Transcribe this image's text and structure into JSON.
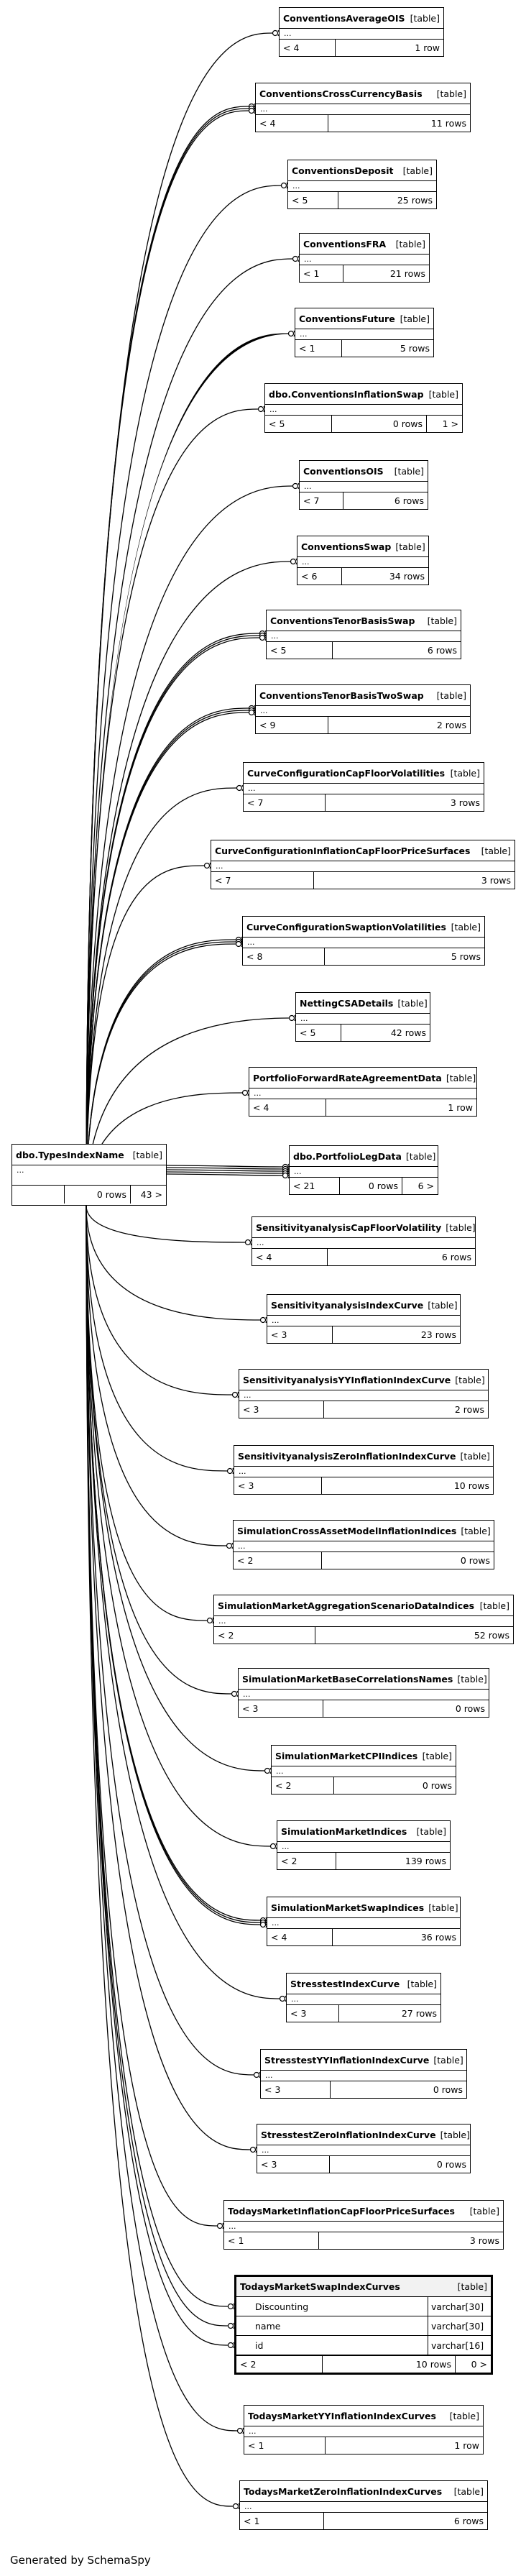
{
  "diagram": {
    "focus_table": {
      "name": "dbo.TypesIndexName",
      "kind": "[table]",
      "rows": "0 rows",
      "children": "43 >"
    },
    "tables": [
      {
        "name": "ConventionsAverageOIS",
        "kind": "[table]",
        "parents": "< 4",
        "rows": "1 row",
        "children": ""
      },
      {
        "name": "ConventionsCrossCurrencyBasis",
        "kind": "[table]",
        "parents": "< 4",
        "rows": "11 rows",
        "children": ""
      },
      {
        "name": "ConventionsDeposit",
        "kind": "[table]",
        "parents": "< 5",
        "rows": "25 rows",
        "children": ""
      },
      {
        "name": "ConventionsFRA",
        "kind": "[table]",
        "parents": "< 1",
        "rows": "21 rows",
        "children": ""
      },
      {
        "name": "ConventionsFuture",
        "kind": "[table]",
        "parents": "< 1",
        "rows": "5 rows",
        "children": ""
      },
      {
        "name": "dbo.ConventionsInflationSwap",
        "kind": "[table]",
        "parents": "< 5",
        "rows": "0 rows",
        "children": "1 >"
      },
      {
        "name": "ConventionsOIS",
        "kind": "[table]",
        "parents": "< 7",
        "rows": "6 rows",
        "children": ""
      },
      {
        "name": "ConventionsSwap",
        "kind": "[table]",
        "parents": "< 6",
        "rows": "34 rows",
        "children": ""
      },
      {
        "name": "ConventionsTenorBasisSwap",
        "kind": "[table]",
        "parents": "< 5",
        "rows": "6 rows",
        "children": ""
      },
      {
        "name": "ConventionsTenorBasisTwoSwap",
        "kind": "[table]",
        "parents": "< 9",
        "rows": "2 rows",
        "children": ""
      },
      {
        "name": "CurveConfigurationCapFloorVolatilities",
        "kind": "[table]",
        "parents": "< 7",
        "rows": "3 rows",
        "children": ""
      },
      {
        "name": "CurveConfigurationInflationCapFloorPriceSurfaces",
        "kind": "[table]",
        "parents": "< 7",
        "rows": "3 rows",
        "children": ""
      },
      {
        "name": "CurveConfigurationSwaptionVolatilities",
        "kind": "[table]",
        "parents": "< 8",
        "rows": "5 rows",
        "children": ""
      },
      {
        "name": "NettingCSADetails",
        "kind": "[table]",
        "parents": "< 5",
        "rows": "42 rows",
        "children": ""
      },
      {
        "name": "PortfolioForwardRateAgreementData",
        "kind": "[table]",
        "parents": "< 4",
        "rows": "1 row",
        "children": ""
      },
      {
        "name": "dbo.PortfolioLegData",
        "kind": "[table]",
        "parents": "< 21",
        "rows": "0 rows",
        "children": "6 >"
      },
      {
        "name": "SensitivityanalysisCapFloorVolatility",
        "kind": "[table]",
        "parents": "< 4",
        "rows": "6 rows",
        "children": ""
      },
      {
        "name": "SensitivityanalysisIndexCurve",
        "kind": "[table]",
        "parents": "< 3",
        "rows": "23 rows",
        "children": ""
      },
      {
        "name": "SensitivityanalysisYYInflationIndexCurve",
        "kind": "[table]",
        "parents": "< 3",
        "rows": "2 rows",
        "children": ""
      },
      {
        "name": "SensitivityanalysisZeroInflationIndexCurve",
        "kind": "[table]",
        "parents": "< 3",
        "rows": "10 rows",
        "children": ""
      },
      {
        "name": "SimulationCrossAssetModelInflationIndices",
        "kind": "[table]",
        "parents": "< 2",
        "rows": "0 rows",
        "children": ""
      },
      {
        "name": "SimulationMarketAggregationScenarioDataIndices",
        "kind": "[table]",
        "parents": "< 2",
        "rows": "52 rows",
        "children": ""
      },
      {
        "name": "SimulationMarketBaseCorrelationsNames",
        "kind": "[table]",
        "parents": "< 3",
        "rows": "0 rows",
        "children": ""
      },
      {
        "name": "SimulationMarketCPIIndices",
        "kind": "[table]",
        "parents": "< 2",
        "rows": "0 rows",
        "children": ""
      },
      {
        "name": "SimulationMarketIndices",
        "kind": "[table]",
        "parents": "< 2",
        "rows": "139 rows",
        "children": ""
      },
      {
        "name": "SimulationMarketSwapIndices",
        "kind": "[table]",
        "parents": "< 4",
        "rows": "36 rows",
        "children": ""
      },
      {
        "name": "StresstestIndexCurve",
        "kind": "[table]",
        "parents": "< 3",
        "rows": "27 rows",
        "children": ""
      },
      {
        "name": "StresstestYYInflationIndexCurve",
        "kind": "[table]",
        "parents": "< 3",
        "rows": "0 rows",
        "children": ""
      },
      {
        "name": "StresstestZeroInflationIndexCurve",
        "kind": "[table]",
        "parents": "< 3",
        "rows": "0 rows",
        "children": ""
      },
      {
        "name": "TodaysMarketInflationCapFloorPriceSurfaces",
        "kind": "[table]",
        "parents": "< 1",
        "rows": "3 rows",
        "children": ""
      },
      {
        "name": "TodaysMarketSwapIndexCurves",
        "kind": "[table]",
        "parents": "< 2",
        "rows": "10 rows",
        "children": "0 >",
        "columns": [
          {
            "name": "Discounting",
            "type": "varchar[30]"
          },
          {
            "name": "name",
            "type": "varchar[30]"
          },
          {
            "name": "id",
            "type": "varchar[16]"
          }
        ]
      },
      {
        "name": "TodaysMarketYYInflationIndexCurves",
        "kind": "[table]",
        "parents": "< 1",
        "rows": "1 row",
        "children": ""
      },
      {
        "name": "TodaysMarketZeroInflationIndexCurves",
        "kind": "[table]",
        "parents": "< 1",
        "rows": "6 rows",
        "children": ""
      }
    ],
    "ellipsis": "...",
    "footer": "Generated by SchemaSpy"
  }
}
